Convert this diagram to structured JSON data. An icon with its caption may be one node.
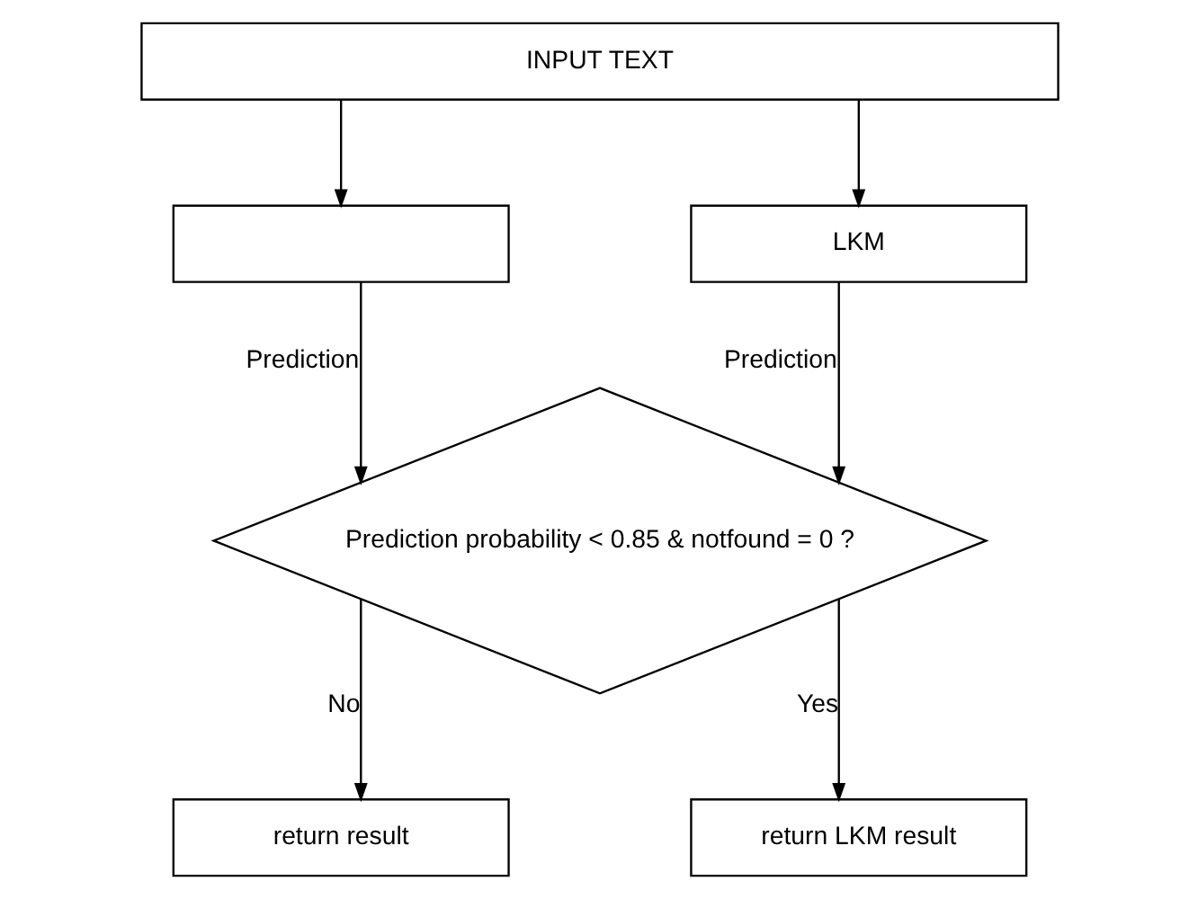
{
  "diagram": {
    "nodes": [
      {
        "text": [
          "INPUT TEXT"
        ]
      },
      {
        "text": [],
        "shape": "box"
      },
      {
        "text": [
          "LKM"
        ]
      },
      {
        "text": [
          "Prediction probability < 0.85 & notfound = 0 ?"
        ]
      },
      {
        "text": [
          "return result"
        ]
      },
      {
        "text": [
          "return LKM result"
        ]
      }
    ],
    "edges": [
      {
        "from": 0,
        "to": 1,
        "arrow": "to"
      },
      {
        "from": 0,
        "to": 2,
        "arrow": "to"
      },
      {
        "from": 1,
        "to": 3,
        "arrow": "to",
        "label": "Prediction"
      },
      {
        "from": 2,
        "to": 3,
        "arrow": "to",
        "label": "Prediction"
      },
      {
        "from": 3,
        "to": 4,
        "arrow": "to",
        "label": "No"
      },
      {
        "from": 3,
        "to": 5,
        "arrow": "to",
        "label": "Yes"
      }
    ]
  }
}
